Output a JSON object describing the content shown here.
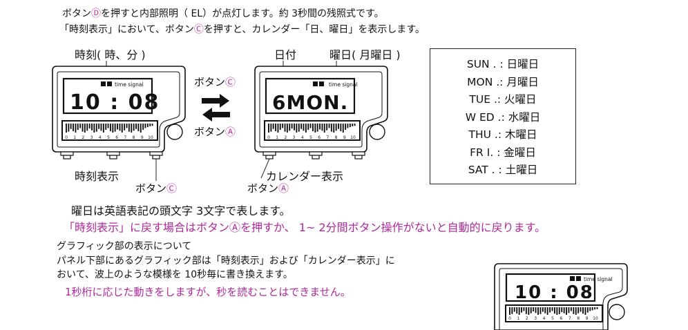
{
  "intro": {
    "line1_a": "ボタン",
    "line1_circ": "Ⓓ",
    "line1_b": "を押すと内部照明（ EL）が点灯します。約 3秒間の残照式です。",
    "line2_a": "「時刻表示」において、ボタン",
    "line2_circ": "Ⓒ",
    "line2_b": "を押すと、カレンダー「日、曜日」を表示します。"
  },
  "labels": {
    "time_label": "時刻( 時、分 )",
    "date_label": "日付",
    "weekday_label": "曜日( 月曜日 )",
    "button_word": "ボタン",
    "circ_c": "Ⓒ",
    "circ_a": "Ⓐ",
    "time_display_label": "時刻表示",
    "calendar_display_label": "カレンダー表示"
  },
  "watch": {
    "badge_text": "time signal",
    "time_digits": "10 : 08",
    "date_digits": "6MON.",
    "scale_numbers": [
      "0",
      "1",
      "2",
      "3",
      "4",
      "5",
      "6",
      "7",
      "8",
      "9",
      "10"
    ]
  },
  "weekdays": [
    {
      "abbr": "SUN .",
      "sep": " : ",
      "name": "日曜日"
    },
    {
      "abbr": "MON .",
      "sep": ": ",
      "name": "月曜日"
    },
    {
      "abbr": "TUE .",
      "sep": ": ",
      "name": "火曜日"
    },
    {
      "abbr": "W ED .",
      "sep": ": ",
      "name": "水曜日"
    },
    {
      "abbr": "THU .",
      "sep": ": ",
      "name": "木曜日"
    },
    {
      "abbr": "FR I.",
      "sep": " : ",
      "name": "金曜日"
    },
    {
      "abbr": "SAT .",
      "sep": " : ",
      "name": "土曜日"
    }
  ],
  "notes": {
    "weekday_note": "曜日は英語表記の頭文字 3文字で表します。",
    "return_note": "「時刻表示」に戻す場合はボタンⒶを押すか、 1~ 2分間ボタン操作がないと自動的に戻ります。"
  },
  "graphic": {
    "heading": "グラフィック部の表示について",
    "para1": "パネル下部にあるグラフィック部は「時刻表示」および「カレンダー表示」に",
    "para2": "おいて、波上のような模様を 10秒毎に書き換えます。",
    "para3": "1秒桁に応じた動きをしますが、秒を読むことはできません。"
  }
}
